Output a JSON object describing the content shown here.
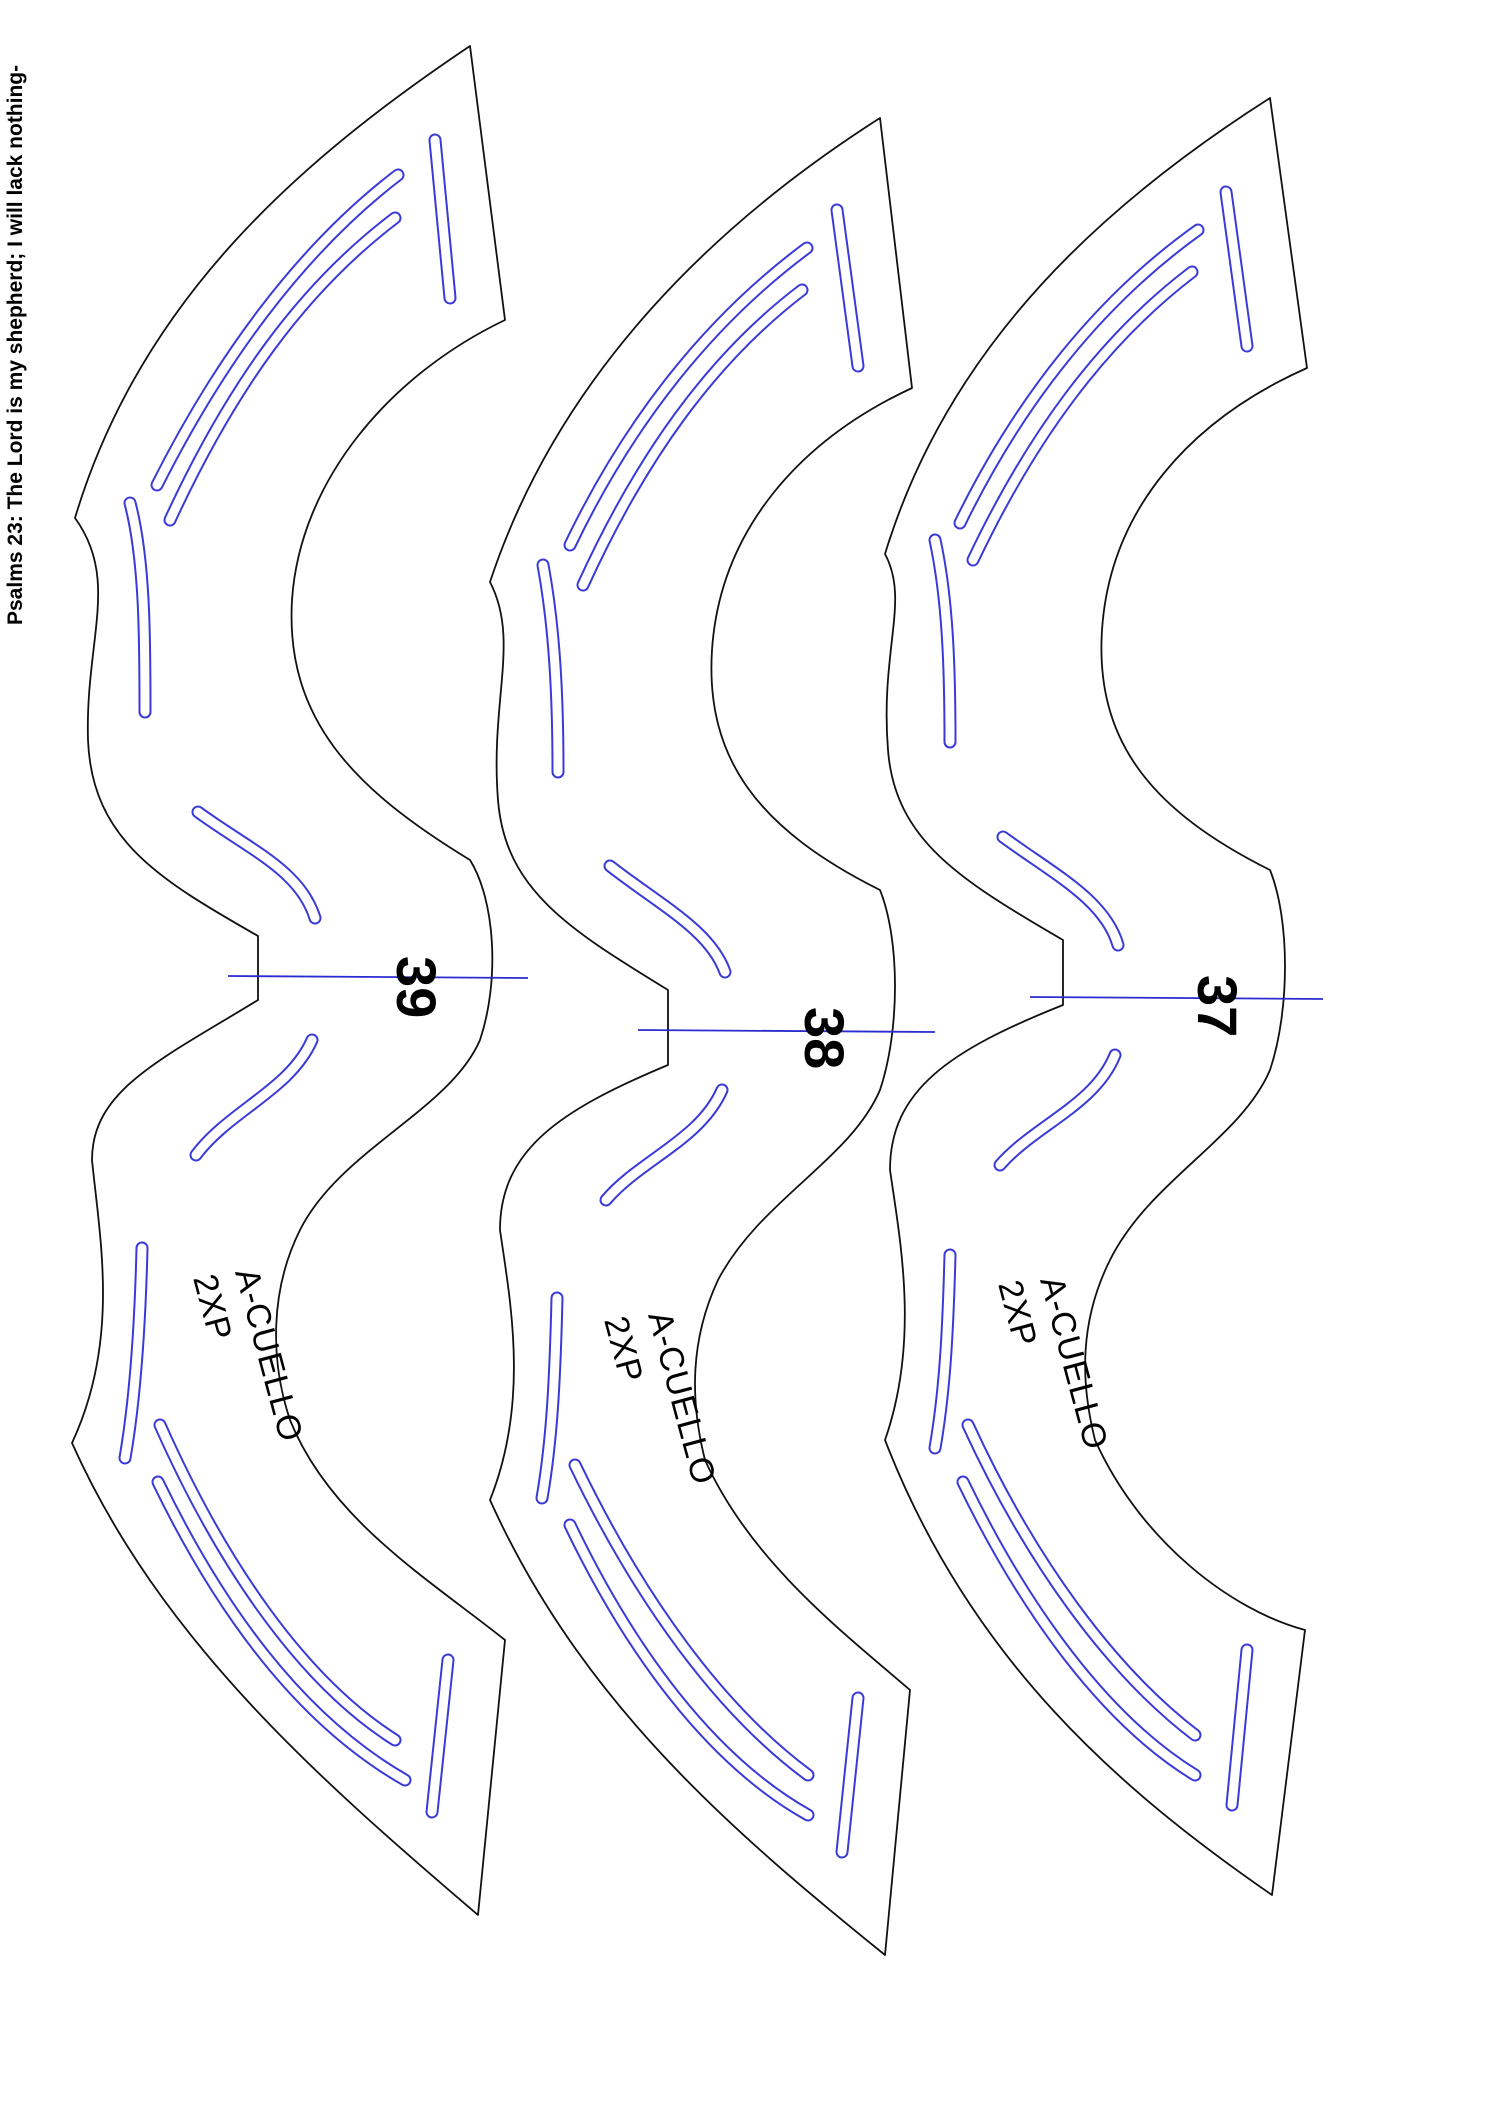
{
  "caption": "Psalms 23: The Lord is my shepherd; I will lack nothing-",
  "colors": {
    "outline": "#111111",
    "stitch_lines": "#3a3ad8",
    "grain_line": "#2b2bd0",
    "background": "#ffffff"
  },
  "pieces": [
    {
      "size": "39",
      "piece_name": "A-CUELLO",
      "quantity": "2XP"
    },
    {
      "size": "38",
      "piece_name": "A-CUELLO",
      "quantity": "2XP"
    },
    {
      "size": "37",
      "piece_name": "A-CUELLO",
      "quantity": "2XP"
    }
  ]
}
